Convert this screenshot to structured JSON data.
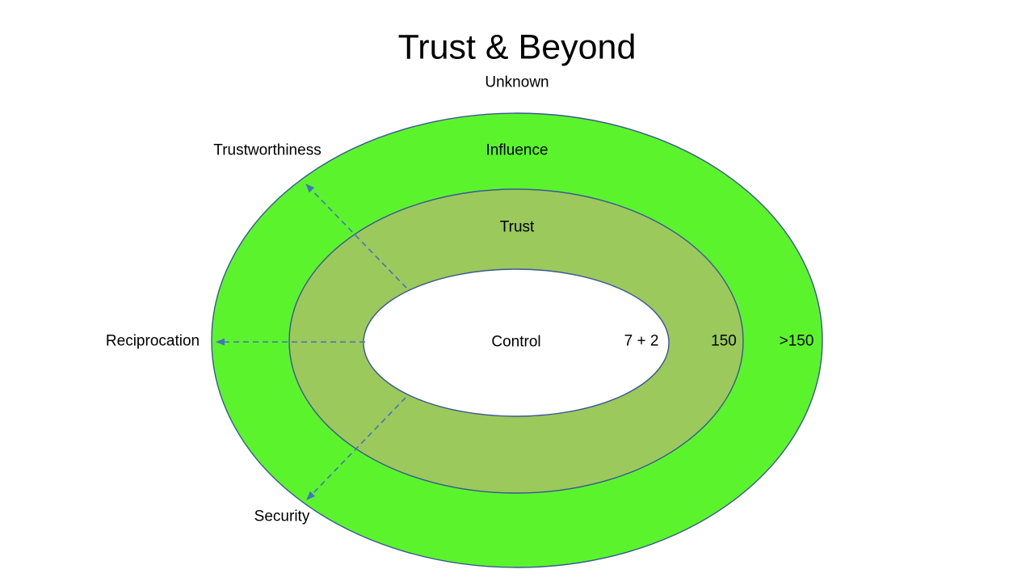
{
  "slide": {
    "title": "Trust & Beyond",
    "outside_label": "Unknown"
  },
  "diagram": {
    "type": "concentric-ellipse-onion",
    "rings": {
      "outer": {
        "label": "Influence",
        "value": ">150",
        "fill": "#5bf42c"
      },
      "middle": {
        "label": "Trust",
        "value": "150",
        "fill": "#9bc95b"
      },
      "inner": {
        "label": "Control",
        "value": "7 + 2",
        "fill": "#ffffff"
      }
    },
    "callouts": [
      {
        "label": "Trustworthiness"
      },
      {
        "label": "Reciprocation"
      },
      {
        "label": "Security"
      }
    ],
    "colors": {
      "ellipse_outline": "#3a5795",
      "arrow": "#4472c4",
      "text": "#000000",
      "background": "#ffffff"
    }
  }
}
